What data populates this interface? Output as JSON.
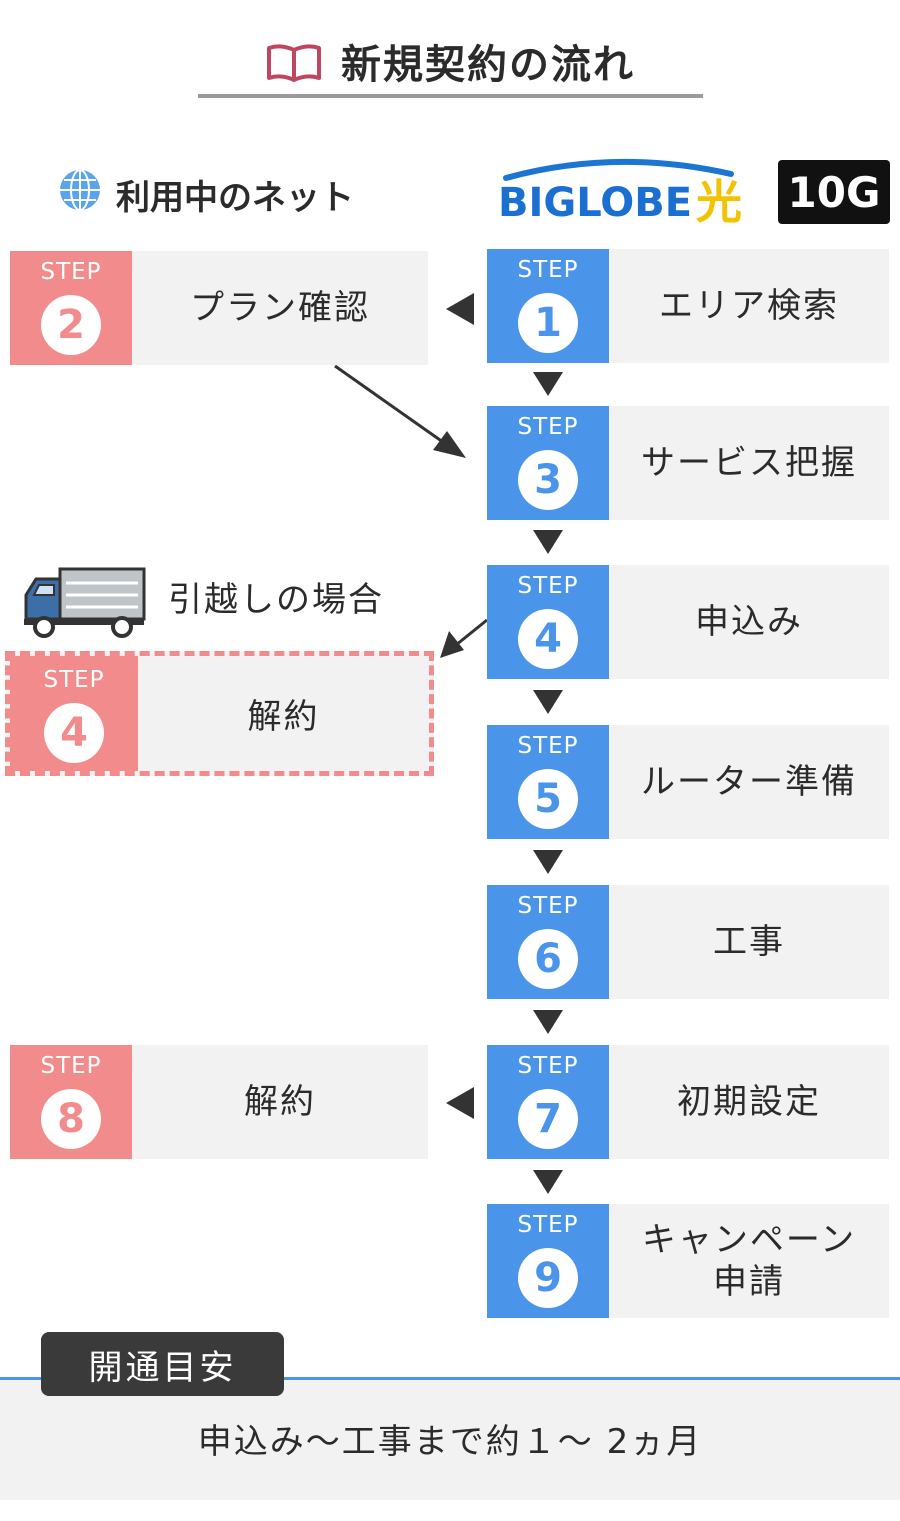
{
  "title": "新規契約の流れ",
  "headers": {
    "current_net": "利用中のネット",
    "logo_text": "BIGLOBE",
    "logo_hikari": "光",
    "logo_10g": "10G"
  },
  "steps_right": [
    {
      "step": "STEP",
      "num": "1",
      "label": "エリア検索"
    },
    {
      "step": "STEP",
      "num": "3",
      "label": "サービス把握"
    },
    {
      "step": "STEP",
      "num": "4",
      "label": "申込み"
    },
    {
      "step": "STEP",
      "num": "5",
      "label": "ルーター準備"
    },
    {
      "step": "STEP",
      "num": "6",
      "label": "工事"
    },
    {
      "step": "STEP",
      "num": "7",
      "label": "初期設定"
    },
    {
      "step": "STEP",
      "num": "9",
      "label": "キャンペーン\n申請"
    }
  ],
  "steps_left": [
    {
      "step": "STEP",
      "num": "2",
      "label": "プラン確認"
    },
    {
      "step": "STEP",
      "num": "8",
      "label": "解約"
    }
  ],
  "moving": {
    "label": "引越しの場合",
    "step": "STEP",
    "num": "4",
    "box_label": "解約"
  },
  "schedule": {
    "tag": "開通目安",
    "text": "申込み～工事まで約１～ 2ヵ月"
  },
  "colors": {
    "blue": "#4a94ea",
    "pink": "#f28b8b",
    "gray_bg": "#f2f2f2",
    "dark": "#2b2b2b"
  }
}
